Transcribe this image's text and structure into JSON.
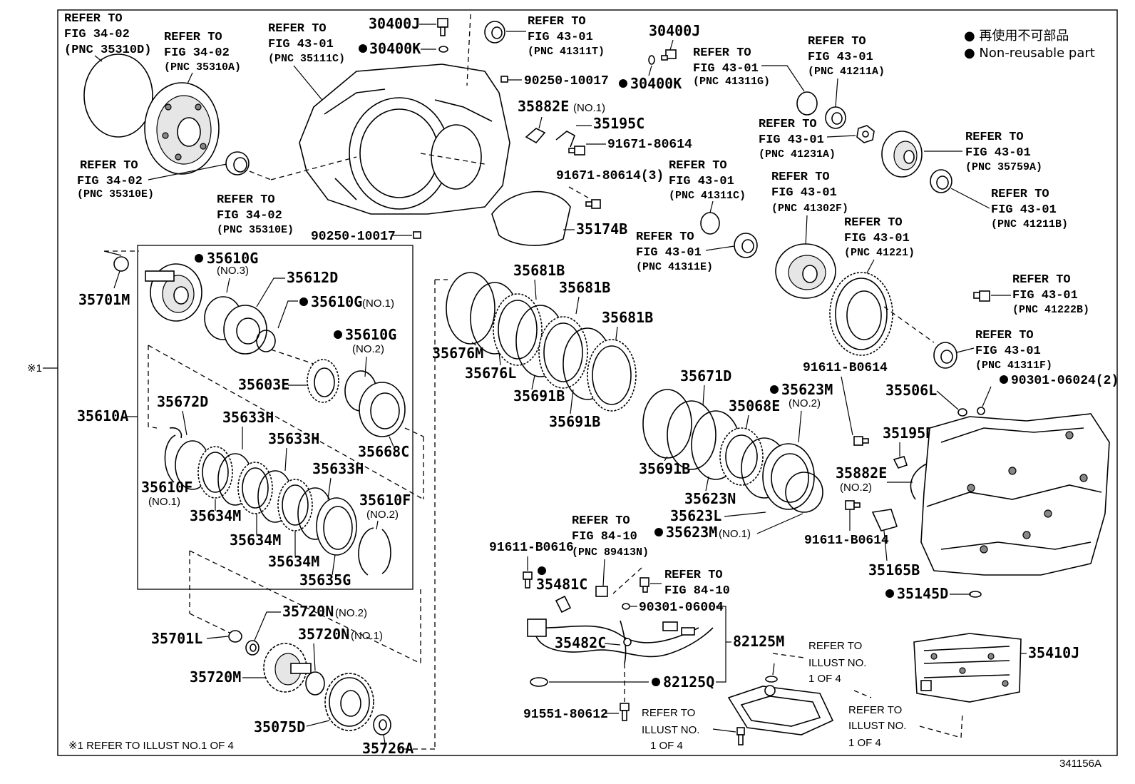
{
  "legend": {
    "line1": "● 再使用不可部品",
    "line2": "● Non-reusable part"
  },
  "diagram_id": "341156A",
  "side_marker": "※1",
  "footnote": "※1 REFER TO ILLUST NO.1 OF 4",
  "refs": {
    "r_34_02_D": {
      "l1": "REFER TO",
      "l2": "FIG 34-02",
      "l3": "(PNC 35310D)"
    },
    "r_34_02_A": {
      "l1": "REFER TO",
      "l2": "FIG 34-02",
      "l3": "(PNC 35310A)"
    },
    "r_43_01_C": {
      "l1": "REFER TO",
      "l2": "FIG 43-01",
      "l3": "(PNC 35111C)"
    },
    "r_43_01_T": {
      "l1": "REFER TO",
      "l2": "FIG 43-01",
      "l3": "(PNC 41311T)"
    },
    "r_34_02_E1": {
      "l1": "REFER TO",
      "l2": "FIG 34-02",
      "l3": "(PNC 35310E)"
    },
    "r_34_02_E2": {
      "l1": "REFER TO",
      "l2": "FIG 34-02",
      "l3": "(PNC 35310E)"
    },
    "r_41311G": {
      "l1": "REFER TO",
      "l2": "FIG 43-01",
      "l3": "(PNC 41311G)"
    },
    "r_41211A": {
      "l1": "REFER TO",
      "l2": "FIG 43-01",
      "l3": "(PNC 41211A)"
    },
    "r_41231A": {
      "l1": "REFER TO",
      "l2": "FIG 43-01",
      "l3": "(PNC 41231A)"
    },
    "r_35759A": {
      "l1": "REFER TO",
      "l2": "FIG 43-01",
      "l3": "(PNC 35759A)"
    },
    "r_41211B": {
      "l1": "REFER TO",
      "l2": "FIG 43-01",
      "l3": "(PNC 41211B)"
    },
    "r_41311C": {
      "l1": "REFER TO",
      "l2": "FIG 43-01",
      "l3": "(PNC 41311C)"
    },
    "r_41302F": {
      "l1": "REFER TO",
      "l2": "FIG 43-01",
      "l3": "(PNC 41302F)"
    },
    "r_41311E": {
      "l1": "REFER TO",
      "l2": "FIG 43-01",
      "l3": "(PNC 41311E)"
    },
    "r_41221": {
      "l1": "REFER TO",
      "l2": "FIG 43-01",
      "l3": "(PNC 41221)"
    },
    "r_41222B": {
      "l1": "REFER TO",
      "l2": "FIG 43-01",
      "l3": "(PNC 41222B)"
    },
    "r_41311F": {
      "l1": "REFER TO",
      "l2": "FIG 43-01",
      "l3": "(PNC 41311F)"
    },
    "r_89413N": {
      "l1": "REFER TO",
      "l2": "FIG 84-10",
      "l3": "(PNC 89413N)"
    },
    "r_84_10": {
      "l1": "REFER TO",
      "l2": "FIG 84-10"
    },
    "r_illus_a": {
      "l1": "REFER TO",
      "l2": "ILLUST NO.",
      "l3": "1 OF 4"
    },
    "r_illus_b": {
      "l1": "REFER TO",
      "l2": "ILLUST NO.",
      "l3": "1 OF 4"
    },
    "r_illus_c": {
      "l1": "REFER TO",
      "l2": "ILLUST NO.",
      "l3": "1 OF 4"
    }
  },
  "parts": {
    "p30400J_a": "30400J",
    "p30400K_a": "30400K",
    "p30400J_b": "30400J",
    "p30400K_b": "30400K",
    "p90250_a": "90250-10017",
    "p90250_b": "90250-10017",
    "p35882E_1": "35882E",
    "p35882E_1n": "(NO.1)",
    "p35195C": "35195C",
    "p91671_a": "91671-80614",
    "p91671_b": "91671-80614(3)",
    "p35174B": "35174B",
    "p35701M": "35701M",
    "p35610G_3": "35610G",
    "p35610G_3n": "(NO.3)",
    "p35612D": "35612D",
    "p35610G_1": "35610G",
    "p35610G_1n": "(NO.1)",
    "p35610G_2": "35610G",
    "p35610G_2n": "(NO.2)",
    "p35603E": "35603E",
    "p35610A": "35610A",
    "p35672D": "35672D",
    "p35633H_a": "35633H",
    "p35633H_b": "35633H",
    "p35633H_c": "35633H",
    "p35668C": "35668C",
    "p35610F_1": "35610F",
    "p35610F_1n": "(NO.1)",
    "p35634M_a": "35634M",
    "p35634M_b": "35634M",
    "p35634M_c": "35634M",
    "p35610F_2": "35610F",
    "p35610F_2n": "(NO.2)",
    "p35635G": "35635G",
    "p35681B_a": "35681B",
    "p35681B_b": "35681B",
    "p35681B_c": "35681B",
    "p35676M": "35676M",
    "p35676L": "35676L",
    "p35691B_a": "35691B",
    "p35691B_b": "35691B",
    "p35691B_c": "35691B",
    "p35671D": "35671D",
    "p35623M_2": "35623M",
    "p35623M_2n": "(NO.2)",
    "p35068E": "35068E",
    "p35623N": "35623N",
    "p35623L": "35623L",
    "p35623M_1": "35623M",
    "p35623M_1n": "(NO.1)",
    "p91611_a": "91611-B0614",
    "p35506L": "35506L",
    "p90301_a": "90301-06024(2)",
    "p35195D": "35195D",
    "p35882E_2": "35882E",
    "p35882E_2n": "(NO.2)",
    "p91611_b": "91611-B0614",
    "p35165B": "35165B",
    "p35145D": "35145D",
    "p91611_c": "91611-B0616",
    "p35481C": "35481C",
    "p90301_b": "90301-06004",
    "p35482C": "35482C",
    "p82125M": "82125M",
    "p82125Q": "82125Q",
    "p91551": "91551-80612",
    "p35410J": "35410J",
    "p35720N_2": "35720N",
    "p35720N_2n": "(NO.2)",
    "p35720N_1": "35720N",
    "p35720N_1n": "(NO.1)",
    "p35701L": "35701L",
    "p35720M": "35720M",
    "p35075D": "35075D",
    "p35726A": "35726A"
  }
}
